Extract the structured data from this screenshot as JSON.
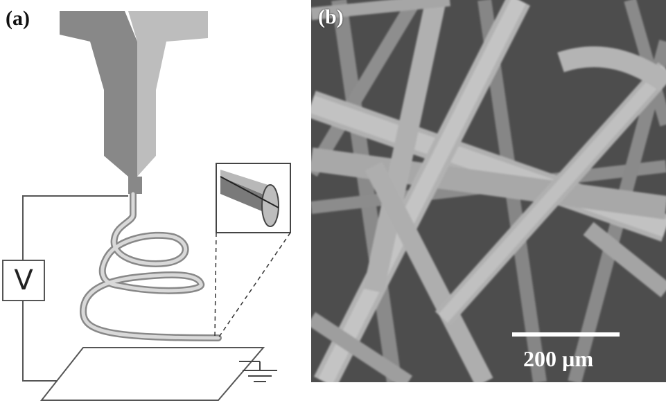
{
  "panel_a": {
    "label": "(a)",
    "voltage_symbol": "V"
  },
  "panel_b": {
    "label": "(b)",
    "scale_bar_text": "200 µm"
  },
  "colors": {
    "nozzle_dark": "#888888",
    "nozzle_light": "#bdbdbd",
    "wire": "#555555",
    "sem_background": "#5a5a5a",
    "fiber": "#b4b4b4"
  }
}
